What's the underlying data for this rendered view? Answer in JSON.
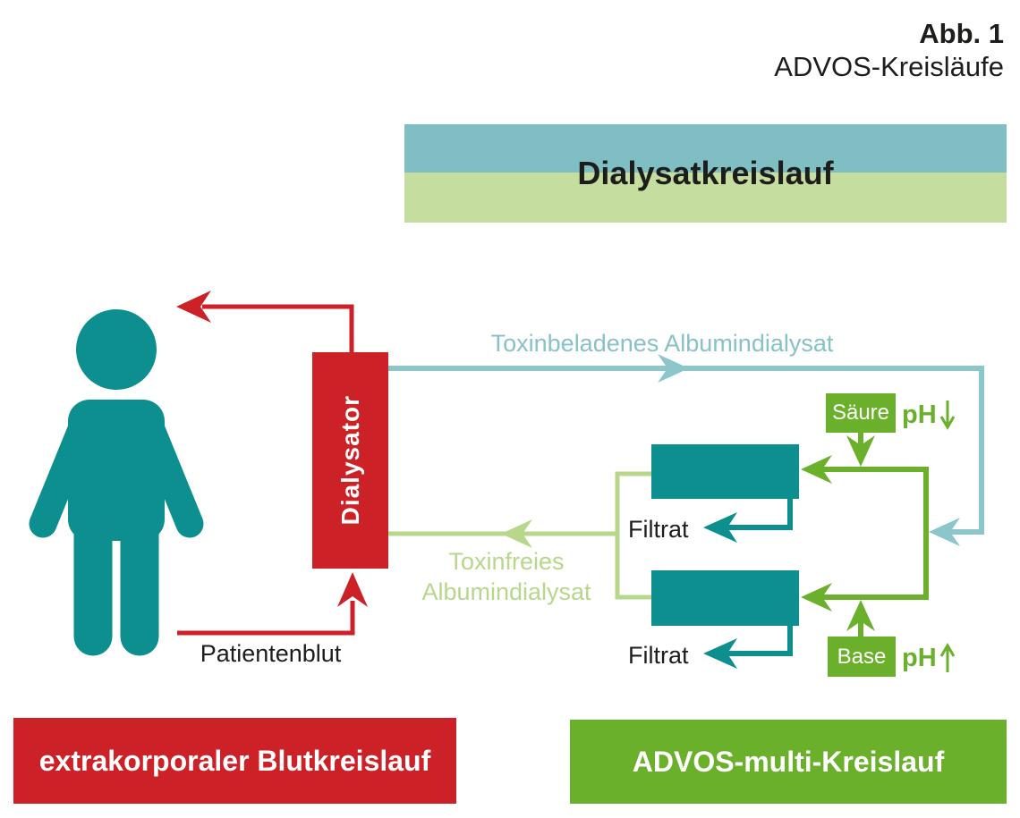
{
  "figure_header": {
    "label": "Abb. 1",
    "title": "ADVOS-Kreisläufe"
  },
  "dialysate_banner": {
    "label": "Dialysatkreislauf"
  },
  "diagram": {
    "dialysator_label": "Dialysator",
    "patient_blood_label": "Patientenblut",
    "toxin_laden_label": "Toxinbeladenes Albumindialysat",
    "toxin_free_label": "Toxinfreies Albumindialysat",
    "filtrate_top_label": "Filtrat",
    "filtrate_bottom_label": "Filtrat",
    "acid_label": "Säure",
    "base_label": "Base",
    "ph_down_label": "pH",
    "ph_up_label": "pH"
  },
  "bottom_banners": {
    "blood_label": "extrakorporaler Blutkreislauf",
    "advos_label": "ADVOS-multi-Kreislauf"
  },
  "colors": {
    "blood_red": "#cc2127",
    "teal": "#0e8f8f",
    "light_teal_line": "#8cc6ca",
    "banner_teal": "#7fbec3",
    "green": "#6ab02a",
    "light_green_line": "#b7d78b",
    "banner_light_green": "#c5dd9e",
    "text_black": "#1d1d1b"
  }
}
